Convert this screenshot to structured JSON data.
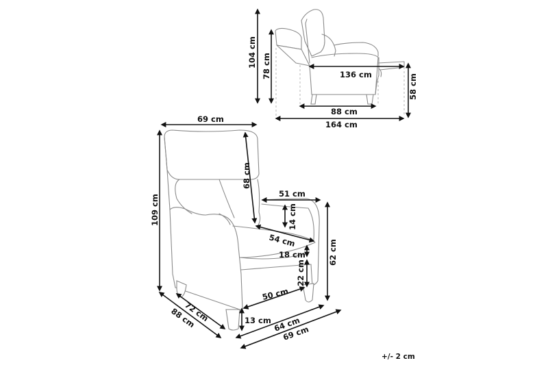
{
  "diagram": {
    "subject": "recliner armchair dimensions",
    "side_view": {
      "dimensions": {
        "total_height": "104 cm",
        "backrest_height_reclined": "78 cm",
        "reclined_length_seat": "136 cm",
        "footrest_height": "58 cm",
        "base_depth": "88 cm",
        "reclined_total_length": "164 cm"
      }
    },
    "front_view": {
      "dimensions": {
        "overall_width_top": "69 cm",
        "overall_height": "109 cm",
        "backrest_height": "68 cm",
        "armrest_depth": "51 cm",
        "armrest_height_above_seat": "14 cm",
        "seat_depth": "54 cm",
        "seat_cushion_thickness": "18 cm",
        "seat_base_height": "22 cm",
        "seat_width": "50 cm",
        "leg_height": "13 cm",
        "inner_depth": "72 cm",
        "overall_depth": "88 cm",
        "width_front": "64 cm",
        "overall_width_bottom": "69 cm",
        "arm_height": "62 cm"
      }
    },
    "tolerance": "+/- 2 cm"
  }
}
